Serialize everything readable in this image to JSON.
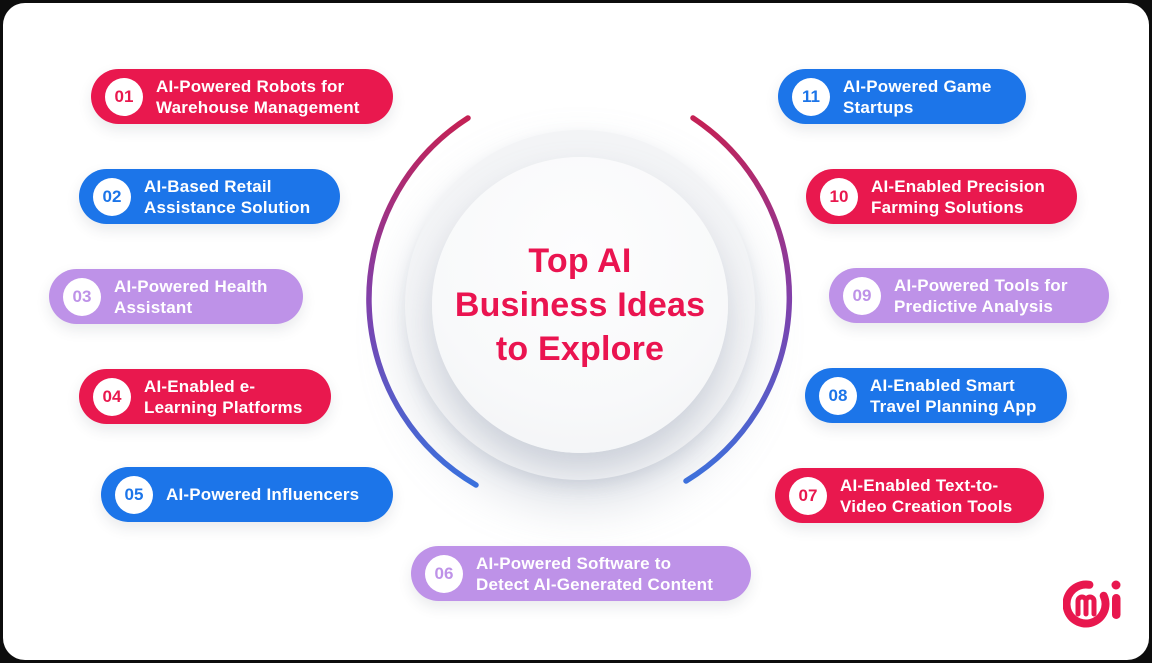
{
  "title": {
    "lines": [
      "Top AI",
      "Business Ideas",
      "to Explore"
    ]
  },
  "items": [
    {
      "number": "01",
      "color": "crimson",
      "lines": [
        "AI-Powered Robots for",
        "Warehouse Management"
      ]
    },
    {
      "number": "02",
      "color": "blue",
      "lines": [
        "AI-Based Retail",
        "Assistance Solution"
      ]
    },
    {
      "number": "03",
      "color": "purple",
      "lines": [
        "AI-Powered Health",
        "Assistant"
      ]
    },
    {
      "number": "04",
      "color": "crimson",
      "lines": [
        "AI-Enabled e-",
        "Learning Platforms"
      ]
    },
    {
      "number": "05",
      "color": "blue",
      "lines": [
        "AI-Powered Influencers"
      ]
    },
    {
      "number": "06",
      "color": "purple",
      "lines": [
        "AI-Powered Software to",
        "Detect AI-Generated Content"
      ]
    },
    {
      "number": "07",
      "color": "crimson",
      "lines": [
        "AI-Enabled Text-to-",
        "Video Creation Tools"
      ]
    },
    {
      "number": "08",
      "color": "blue",
      "lines": [
        "AI-Enabled Smart",
        "Travel Planning App"
      ]
    },
    {
      "number": "09",
      "color": "purple",
      "lines": [
        "AI-Powered Tools for",
        "Predictive Analysis"
      ]
    },
    {
      "number": "10",
      "color": "crimson",
      "lines": [
        "AI-Enabled Precision",
        "Farming Solutions"
      ]
    },
    {
      "number": "11",
      "color": "blue",
      "lines": [
        "AI-Powered Game",
        "Startups"
      ]
    }
  ],
  "colors": {
    "crimson": "#E9184E",
    "blue": "#1C75E9",
    "purple": "#BE92E8",
    "title": "#EA1450",
    "logo": "#E8174E",
    "arc_top": "#C62052",
    "arc_mid": "#8040AC",
    "arc_bottom": "#2F6FE4",
    "canvas": "#FFFFFF",
    "frame": "#0D0D0D"
  },
  "logo": {
    "name": "mi-logo-mark"
  }
}
